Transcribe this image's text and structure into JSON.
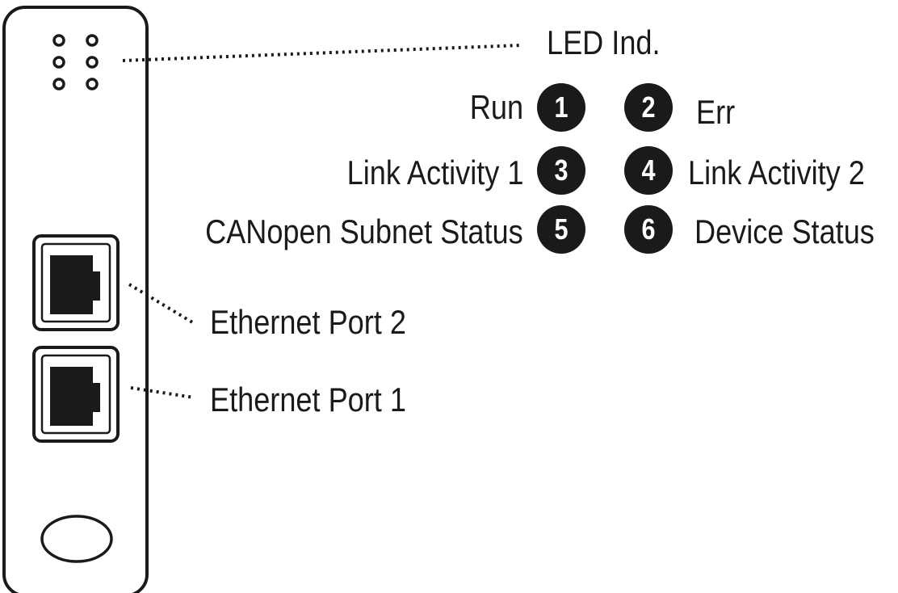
{
  "led_indicator_label": "LED Ind.",
  "leds": [
    {
      "number": "1",
      "label": "Run"
    },
    {
      "number": "2",
      "label": "Err"
    },
    {
      "number": "3",
      "label": "Link Activity 1"
    },
    {
      "number": "4",
      "label": "Link Activity 2"
    },
    {
      "number": "5",
      "label": "CANopen Subnet Status"
    },
    {
      "number": "6",
      "label": "Device Status"
    }
  ],
  "ports": [
    {
      "label": "Ethernet Port 2"
    },
    {
      "label": "Ethernet Port 1"
    }
  ],
  "colors": {
    "ink": "#1a1a1a",
    "background": "#ffffff"
  }
}
